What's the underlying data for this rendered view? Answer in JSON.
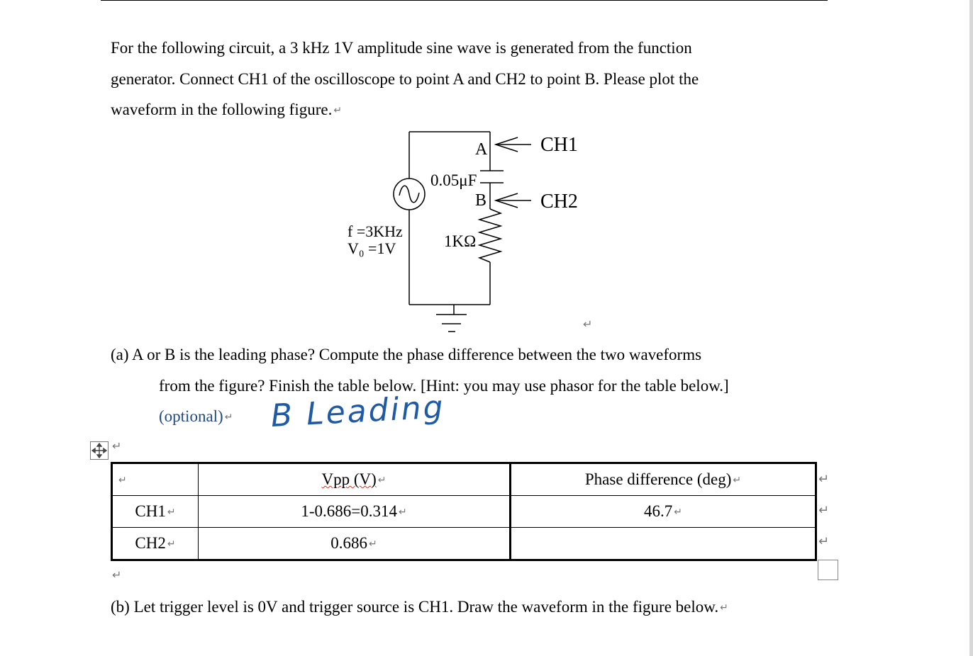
{
  "intro": {
    "line1": "For the following circuit, a 3 kHz 1V amplitude sine wave is generated from the function",
    "line2": "generator. Connect CH1 of the oscilloscope to point A and CH2 to point B. Please plot the",
    "line3": "waveform in the following figure."
  },
  "circuit": {
    "point_a": "A",
    "point_b": "B",
    "ch1": "CH1",
    "ch2": "CH2",
    "capacitor": "0.05μF",
    "resistor": "1KΩ",
    "frequency": "f =3KHz",
    "voltage": "V₀ =1V"
  },
  "question_a": {
    "line1": "(a) A or B is the leading phase? Compute the phase difference between the two waveforms",
    "line2": "from the figure? Finish the table below. [Hint: you may use phasor for the table below.]",
    "optional": "(optional)",
    "handwritten_answer": "B Leading"
  },
  "table": {
    "headers": [
      "",
      "Vpp (V)",
      "Phase difference (deg)"
    ],
    "rows": [
      {
        "channel": "CH1",
        "vpp": "1-0.686=0.314",
        "phase": "46.7"
      },
      {
        "channel": "CH2",
        "vpp": "0.686",
        "phase": ""
      }
    ]
  },
  "question_b": {
    "line1": "(b) Let trigger level is 0V and trigger source is CH1. Draw the waveform in the figure below."
  },
  "marks": {
    "paragraph": "↵"
  }
}
